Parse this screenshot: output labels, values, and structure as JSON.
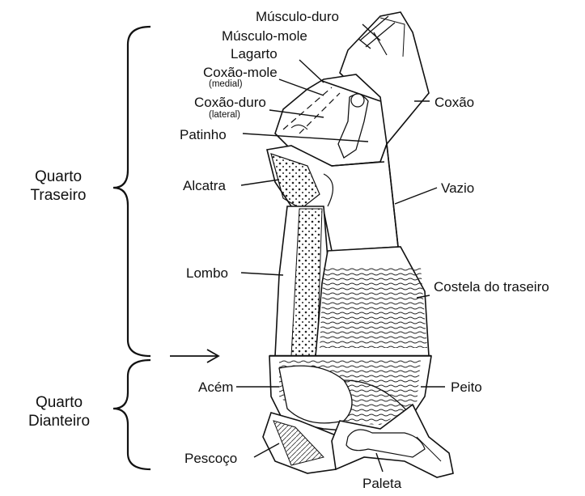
{
  "labels": {
    "musculo_duro": "Músculo-duro",
    "musculo_mole": "Músculo-mole",
    "lagarto": "Lagarto",
    "coxao_mole": "Coxão-mole",
    "coxao_mole_sub": "(medial)",
    "coxao_duro": "Coxão-duro",
    "coxao_duro_sub": "(lateral)",
    "patinho": "Patinho",
    "alcatra": "Alcatra",
    "lombo": "Lombo",
    "acem": "Acém",
    "pescoco": "Pescoço",
    "paleta": "Paleta",
    "coxao": "Coxão",
    "vazio": "Vazio",
    "costela_do_traseiro": "Costela do traseiro",
    "peito": "Peito"
  },
  "groups": {
    "quarto_traseiro_line1": "Quarto",
    "quarto_traseiro_line2": "Traseiro",
    "quarto_dianteiro_line1": "Quarto",
    "quarto_dianteiro_line2": "Dianteiro"
  },
  "colors": {
    "ink": "#111111",
    "background": "#ffffff"
  }
}
